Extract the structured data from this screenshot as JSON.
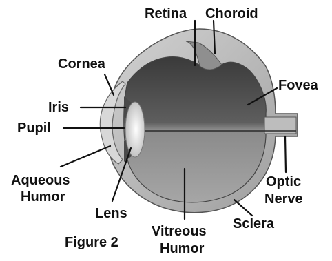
{
  "figure_caption": "Figure 2",
  "labels": {
    "retina": "Retina",
    "choroid": "Choroid",
    "cornea": "Cornea",
    "fovea": "Fovea",
    "iris": "Iris",
    "pupil": "Pupil",
    "aqueous_humor_line1": "Aqueous",
    "aqueous_humor_line2": "Humor",
    "optic_nerve_line1": "Optic",
    "optic_nerve_line2": "Nerve",
    "lens": "Lens",
    "sclera": "Sclera",
    "vitreous_humor_line1": "Vitreous",
    "vitreous_humor_line2": "Humor"
  },
  "colors": {
    "sclera": "#b9b9b9",
    "interior_dark": "#3a3a3a",
    "interior_mid": "#7a7a7a",
    "interior_light": "#a8a8a8",
    "lens": "#e8e8e8",
    "text": "#111111"
  }
}
